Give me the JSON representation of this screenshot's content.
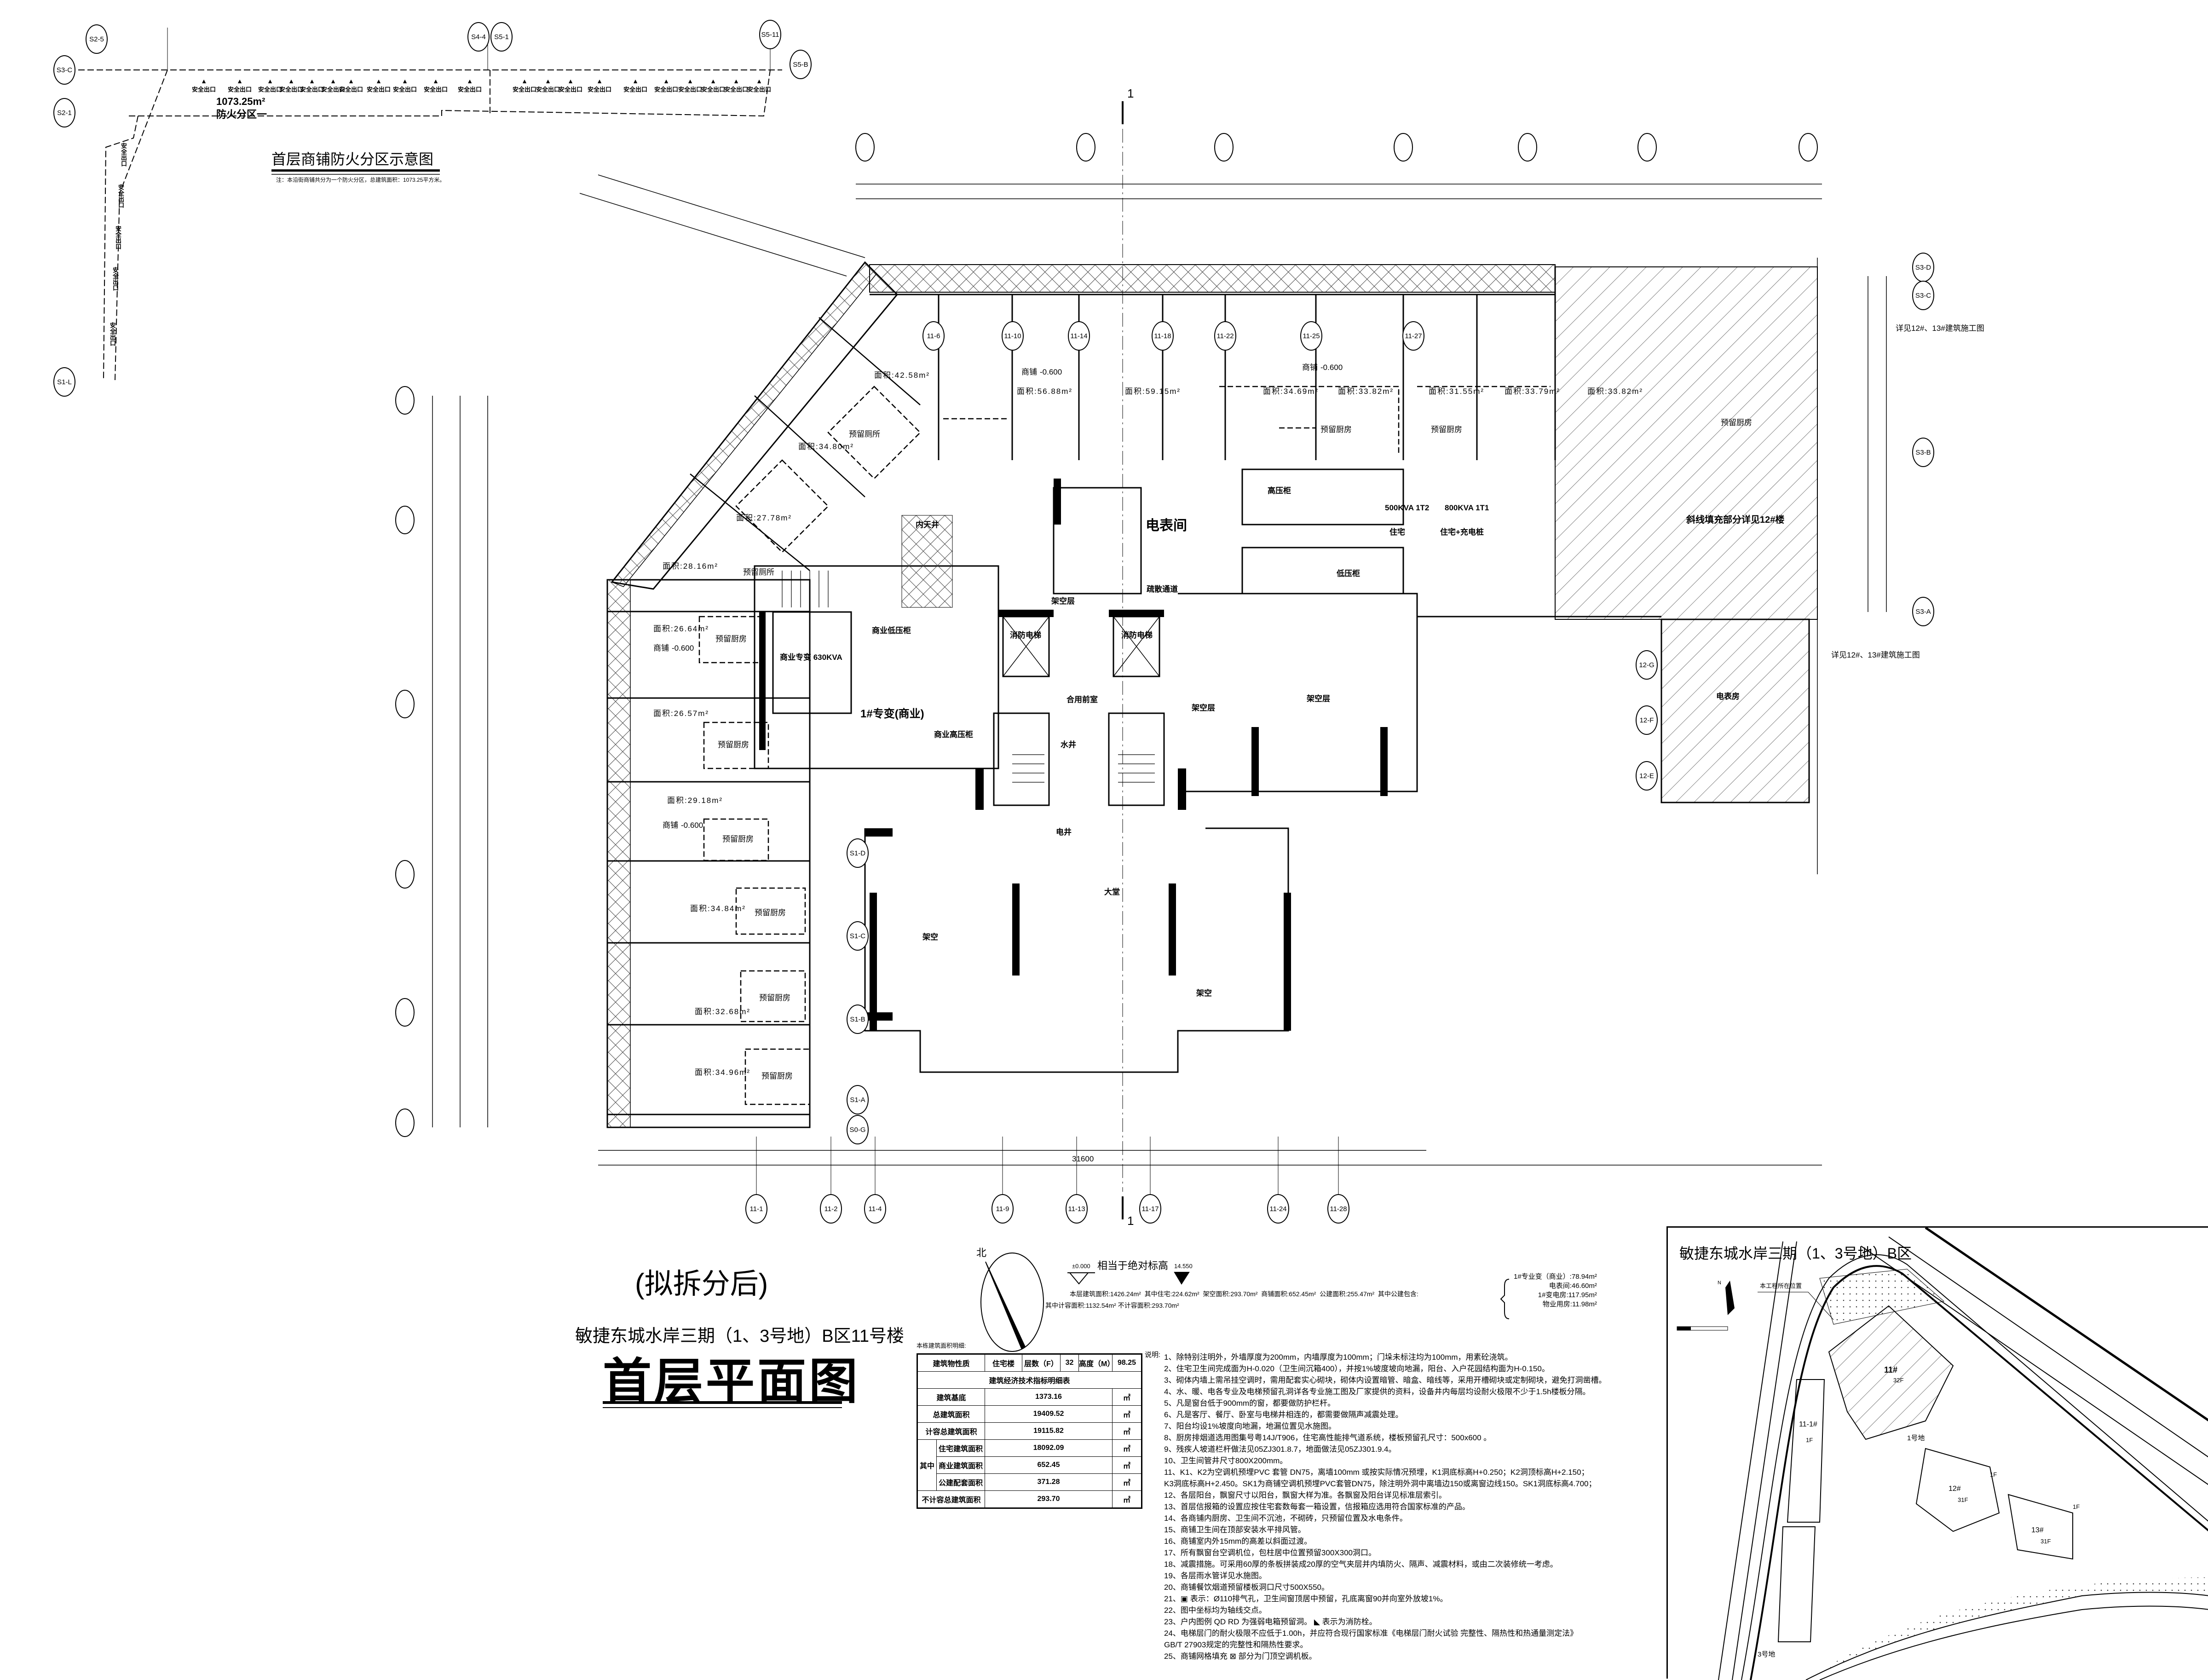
{
  "fire_zone_diagram": {
    "title": "首层商铺防火分区示意图",
    "note": "注：本沿街商铺共分为一个防火分区，总建筑面积：1073.25平方米。",
    "area": "1073.25m²",
    "zone_name": "防火分区一",
    "exit_label": "安全出口",
    "exit_count": 21,
    "side_exit_count": 5,
    "axes": [
      "S2-5",
      "S3-C",
      "S2-1",
      "S1-L",
      "S4-4",
      "S5-1",
      "S5-11",
      "S5-B"
    ]
  },
  "plan": {
    "rooms": {
      "meter_room": "电表间",
      "hv_cabinet": "高压柜",
      "transformer_500": "500KVA 1T2",
      "transformer_800": "800KVA 1T1",
      "residential": "住宅",
      "residential_charging": "住宅+充电桩",
      "lv_cabinet": "低压柜",
      "evac_passage": "疏散通道",
      "stilt_floor": "架空层",
      "courtyard": "内天井",
      "fire_elevator": "消防电梯",
      "comm_lv_cabinet": "商业低压柜",
      "comm_transformer": "商业专变 630KVA",
      "transformer_room": "1#专变(商业)",
      "shared_lobby": "合用前室",
      "comm_hv_cabinet": "商业高压柜",
      "water_shaft": "水井",
      "elec_shaft": "电井",
      "lobby": "大堂",
      "stilt": "架空",
      "hatch_note": "斜线填充部分详见12#楼",
      "meter_house": "电表房",
      "ref_note": "详见12#、13#建筑施工图",
      "reserved_kitchen": "预留厨房",
      "reserved_toilet": "预留厕所",
      "shop": "商铺",
      "shop_elev": "-0.600"
    },
    "shop_areas": [
      "面积:34.80m²",
      "面积:27.78m²",
      "面积:28.16m²",
      "面积:26.64m²",
      "面积:26.57m²",
      "面积:29.18m²",
      "面积:34.84m²",
      "面积:32.68m²",
      "面积:34.96m²",
      "面积:42.58m²",
      "面积:56.88m²",
      "面积:59.15m²",
      "面积:34.69m²",
      "面积:33.82m²",
      "面积:31.55m²",
      "面积:33.79m²",
      "面积:33.82m²"
    ],
    "axes_top": [
      "11-6",
      "11-10",
      "11-14",
      "11-18",
      "11-22",
      "11-25",
      "11-27"
    ],
    "axes_bottom": [
      "11-1",
      "11-2",
      "11-4",
      "11-9",
      "11-13",
      "11-17",
      "11-24",
      "11-28"
    ],
    "axes_right": [
      "S3-D",
      "S3-C",
      "S3-B",
      "S3-A",
      "12-G",
      "12-F",
      "12-E"
    ],
    "axes_left": [
      "S1-D",
      "S1-C",
      "S1-B",
      "S1-A",
      "S0-G"
    ],
    "total_dimension": "31600",
    "section_mark": "1"
  },
  "title_block": {
    "status": "(拟拆分后)",
    "project": "敏捷东城水岸三期（1、3号地）B区11号楼",
    "drawing": "首层平面图"
  },
  "north_label": "北",
  "elevation": {
    "zero": "±0.000",
    "text": "相当于绝对标高",
    "absolute": "14.550"
  },
  "area_summary": {
    "line1": [
      "本层建筑面积:1426.24m²",
      "其中住宅:224.62m²",
      "架空面积:293.70m²",
      "商铺面积:652.45m²",
      "公建面积:255.47m²",
      "其中公建包含:"
    ],
    "line2": [
      "其中计容面积:1132.54m²",
      "不计容面积:293.70m²"
    ],
    "public_items": [
      "1#专业变（商业）:78.94m²",
      "电表间:46.60m²",
      "1#变电房:117.95m²",
      "物业用房:11.98m²"
    ]
  },
  "area_table": {
    "caption": "本栋建筑面积明细:",
    "header": {
      "nature_label": "建筑物性质",
      "nature": "住宅楼",
      "floors_label": "层数（F）",
      "floors": "32",
      "height_label": "高度（M）",
      "height": "98.25"
    },
    "table_title": "建筑经济技术指标明细表",
    "unit": "㎡",
    "group_label": "其中",
    "rows": [
      {
        "label": "建筑基底",
        "value": "1373.16"
      },
      {
        "label": "总建筑面积",
        "value": "19409.52"
      },
      {
        "label": "计容总建筑面积",
        "value": "19115.82"
      },
      {
        "label": "住宅建筑面积",
        "value": "18092.09"
      },
      {
        "label": "商业建筑面积",
        "value": "652.45"
      },
      {
        "label": "公建配套面积",
        "value": "371.28"
      },
      {
        "label": "不计容总建筑面积",
        "value": "293.70"
      }
    ]
  },
  "notes": {
    "heading": "说明:",
    "items": [
      "1、除特别注明外，外墙厚度为200mm，内墙厚度为100mm；门垛未标注均为100mm，用素砼浇筑。",
      "2、住宅卫生间完成面为H-0.020（卫生间沉箱400），并按1%坡度坡向地漏，阳台、入户花园结构面为H-0.150。",
      "3、砌体内墙上需吊挂空调时，需用配套实心砌块，砌体内设置暗管、暗盒、暗线等，采用开槽砌块或定制砌块，避免打洞凿槽。",
      "4、水、暖、电各专业及电梯预留孔洞详各专业施工图及厂家提供的资料，设备井内每层均设耐火极限不少于1.5h楼板分隔。",
      "5、凡是窗台低于900mm的窗，都要做防护栏杆。",
      "6、凡是客厅、餐厅、卧室与电梯井相连的，都需要做隔声减震处理。",
      "7、阳台均设1%坡度向地漏，地漏位置见水施图。",
      "8、厨房排烟道选用图集号粤14J/T906，住宅高性能排气道系统，楼板预留孔尺寸：500x600 。",
      "9、残疾人坡道栏杆做法见05ZJ301.8.7，地面做法见05ZJ301.9.4。",
      "10、卫生间管井尺寸800X200mm。",
      "11、K1、K2为空调机预埋PVC 套管 DN75，离墙100mm 或按实际情况预埋，K1洞底标高H+0.250；K2洞顶标高H+2.150；",
      "    K3洞底标高H+2.450。SK1为商铺空调机预埋PVC套管DN75，除注明外洞中离墙边150或离窗边线150。SK1洞底标高4.700；",
      "12、各层阳台，飘窗尺寸以阳台，飘窗大样为准。各飘窗及阳台详见标准层索引。",
      "13、首层信报箱的设置应按住宅套数每套一箱设置，信报箱应选用符合国家标准的产品。",
      "14、各商铺内厨房、卫生间不沉池，不砌砖，只预留位置及水电条件。",
      "15、商铺卫生间在顶部安装水平排风管。",
      "16、商铺室内外15mm的高差以斜面过渡。",
      "17、所有飘窗台空调机位，包柱居中位置预留300X300洞口。",
      "18、减震措施。可采用60厚的条板拼装成20厚的空气夹层并内填防火、隔声、减震材料，或由二次装修统一考虑。",
      "19、各层雨水管详见水施图。",
      "20、商铺餐饮烟道预留楼板洞口尺寸500X550。",
      "21、▣ 表示：Ø110排气孔，卫生间窗顶居中预留，孔底离窗90并向室外放坡1%。",
      "22、图中坐标均为轴线交点。",
      "23、户内图例 QD RD 为强弱电箱预留洞。 ◣ 表示为消防栓。",
      "24、电梯层门的耐火极限不应低于1.00h，并应符合现行国家标准《电梯层门耐火试验 完整性、隔热性和热通量测定法》",
      "    GB/T 27903规定的完整性和隔热性要求。",
      "25、商铺网格填充 ⊠ 部分为门顶空调机板。"
    ]
  },
  "key_plan": {
    "title": "敏捷东城水岸三期（1、3号地）B区",
    "location_label": "本工程所在位置",
    "north": "N",
    "buildings": [
      "11#",
      "11-1#",
      "12#",
      "13#"
    ],
    "floors": [
      "32F",
      "31F",
      "31F",
      "1F",
      "1F",
      "1F"
    ],
    "sites": [
      "1号地",
      "3号地"
    ]
  }
}
